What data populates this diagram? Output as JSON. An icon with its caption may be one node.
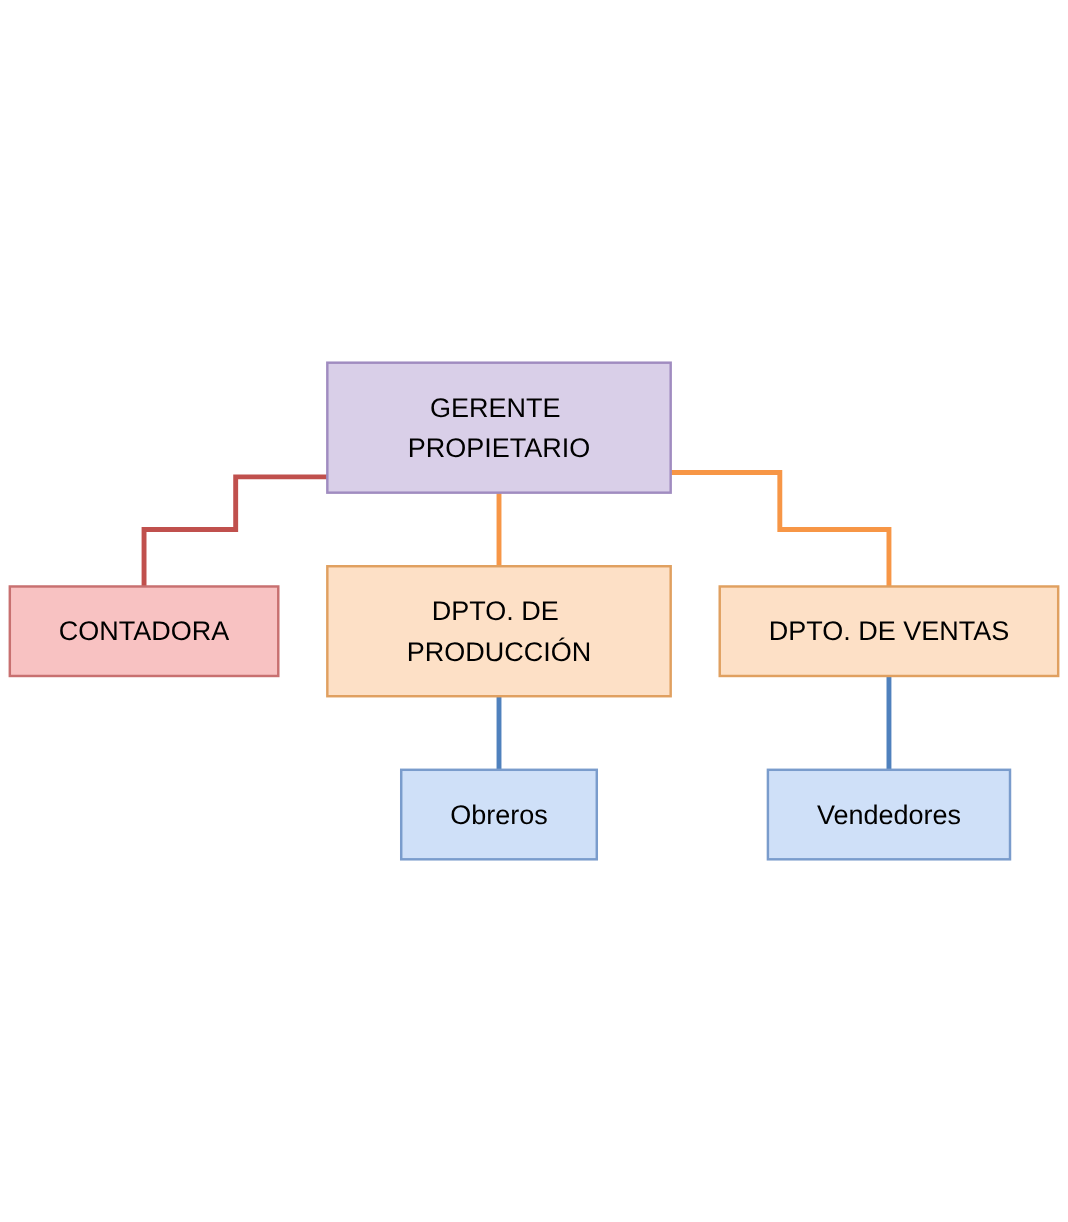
{
  "diagram": {
    "nodes": [
      {
        "text": [
          "GERENTE PROPIETARIO"
        ]
      },
      {
        "text": [
          "CONTADORA"
        ]
      },
      {
        "text": [
          "DPTO. DE PRODUCCIÓN"
        ]
      },
      {
        "text": [
          "DPTO. DE VENTAS"
        ]
      },
      {
        "text": [
          "Obreros"
        ]
      },
      {
        "text": [
          "Vendedores"
        ]
      }
    ],
    "edges": [
      {
        "from": 0,
        "to": 1,
        "arrow": "none",
        "color": "#c0504d"
      },
      {
        "from": 0,
        "to": 2,
        "arrow": "none",
        "color": "#f79646"
      },
      {
        "from": 0,
        "to": 3,
        "arrow": "none",
        "color": "#f79646"
      },
      {
        "from": 2,
        "to": 4,
        "arrow": "none",
        "color": "#4f81bd"
      },
      {
        "from": 3,
        "to": 5,
        "arrow": "none",
        "color": "#4f81bd"
      }
    ]
  }
}
